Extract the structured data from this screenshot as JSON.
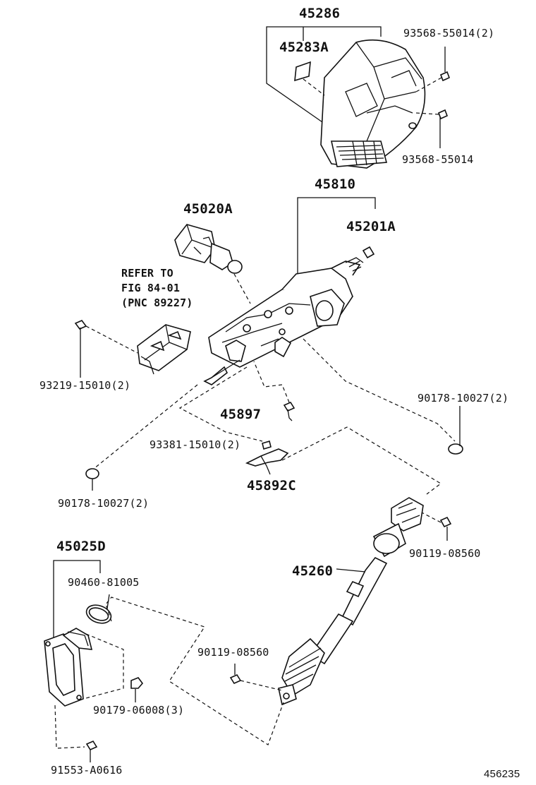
{
  "labels": {
    "p45286": "45286",
    "p45283a": "45283A",
    "p93568_55014_2": "93568-55014(2)",
    "p93568_55014": "93568-55014",
    "p45810": "45810",
    "p45020a": "45020A",
    "p45201a": "45201A",
    "refer1": "REFER TO",
    "refer2": "FIG 84-01",
    "refer3": "(PNC 89227)",
    "p93219": "93219-15010(2)",
    "p90178_right": "90178-10027(2)",
    "p45897": "45897",
    "p93381": "93381-15010(2)",
    "p45892c": "45892C",
    "p90178_left": "90178-10027(2)",
    "p45025d": "45025D",
    "p90460": "90460-81005",
    "p90119_right": "90119-08560",
    "p45260": "45260",
    "p90119_left": "90119-08560",
    "p90179": "90179-06008(3)",
    "p91553": "91553-A0616",
    "fig_number": "456235"
  },
  "parts": [
    {
      "id": "column-cover",
      "icon": "steering-column-cover-icon"
    },
    {
      "id": "cover-screw",
      "icon": "screw-icon"
    },
    {
      "id": "steering-column",
      "icon": "steering-column-assembly-icon"
    },
    {
      "id": "lock-body",
      "icon": "steering-lock-icon"
    },
    {
      "id": "ecu-bracket",
      "icon": "bracket-icon"
    },
    {
      "id": "intermediate-shaft",
      "icon": "intermediate-shaft-icon"
    },
    {
      "id": "hole-cover",
      "icon": "column-hole-cover-icon"
    }
  ]
}
